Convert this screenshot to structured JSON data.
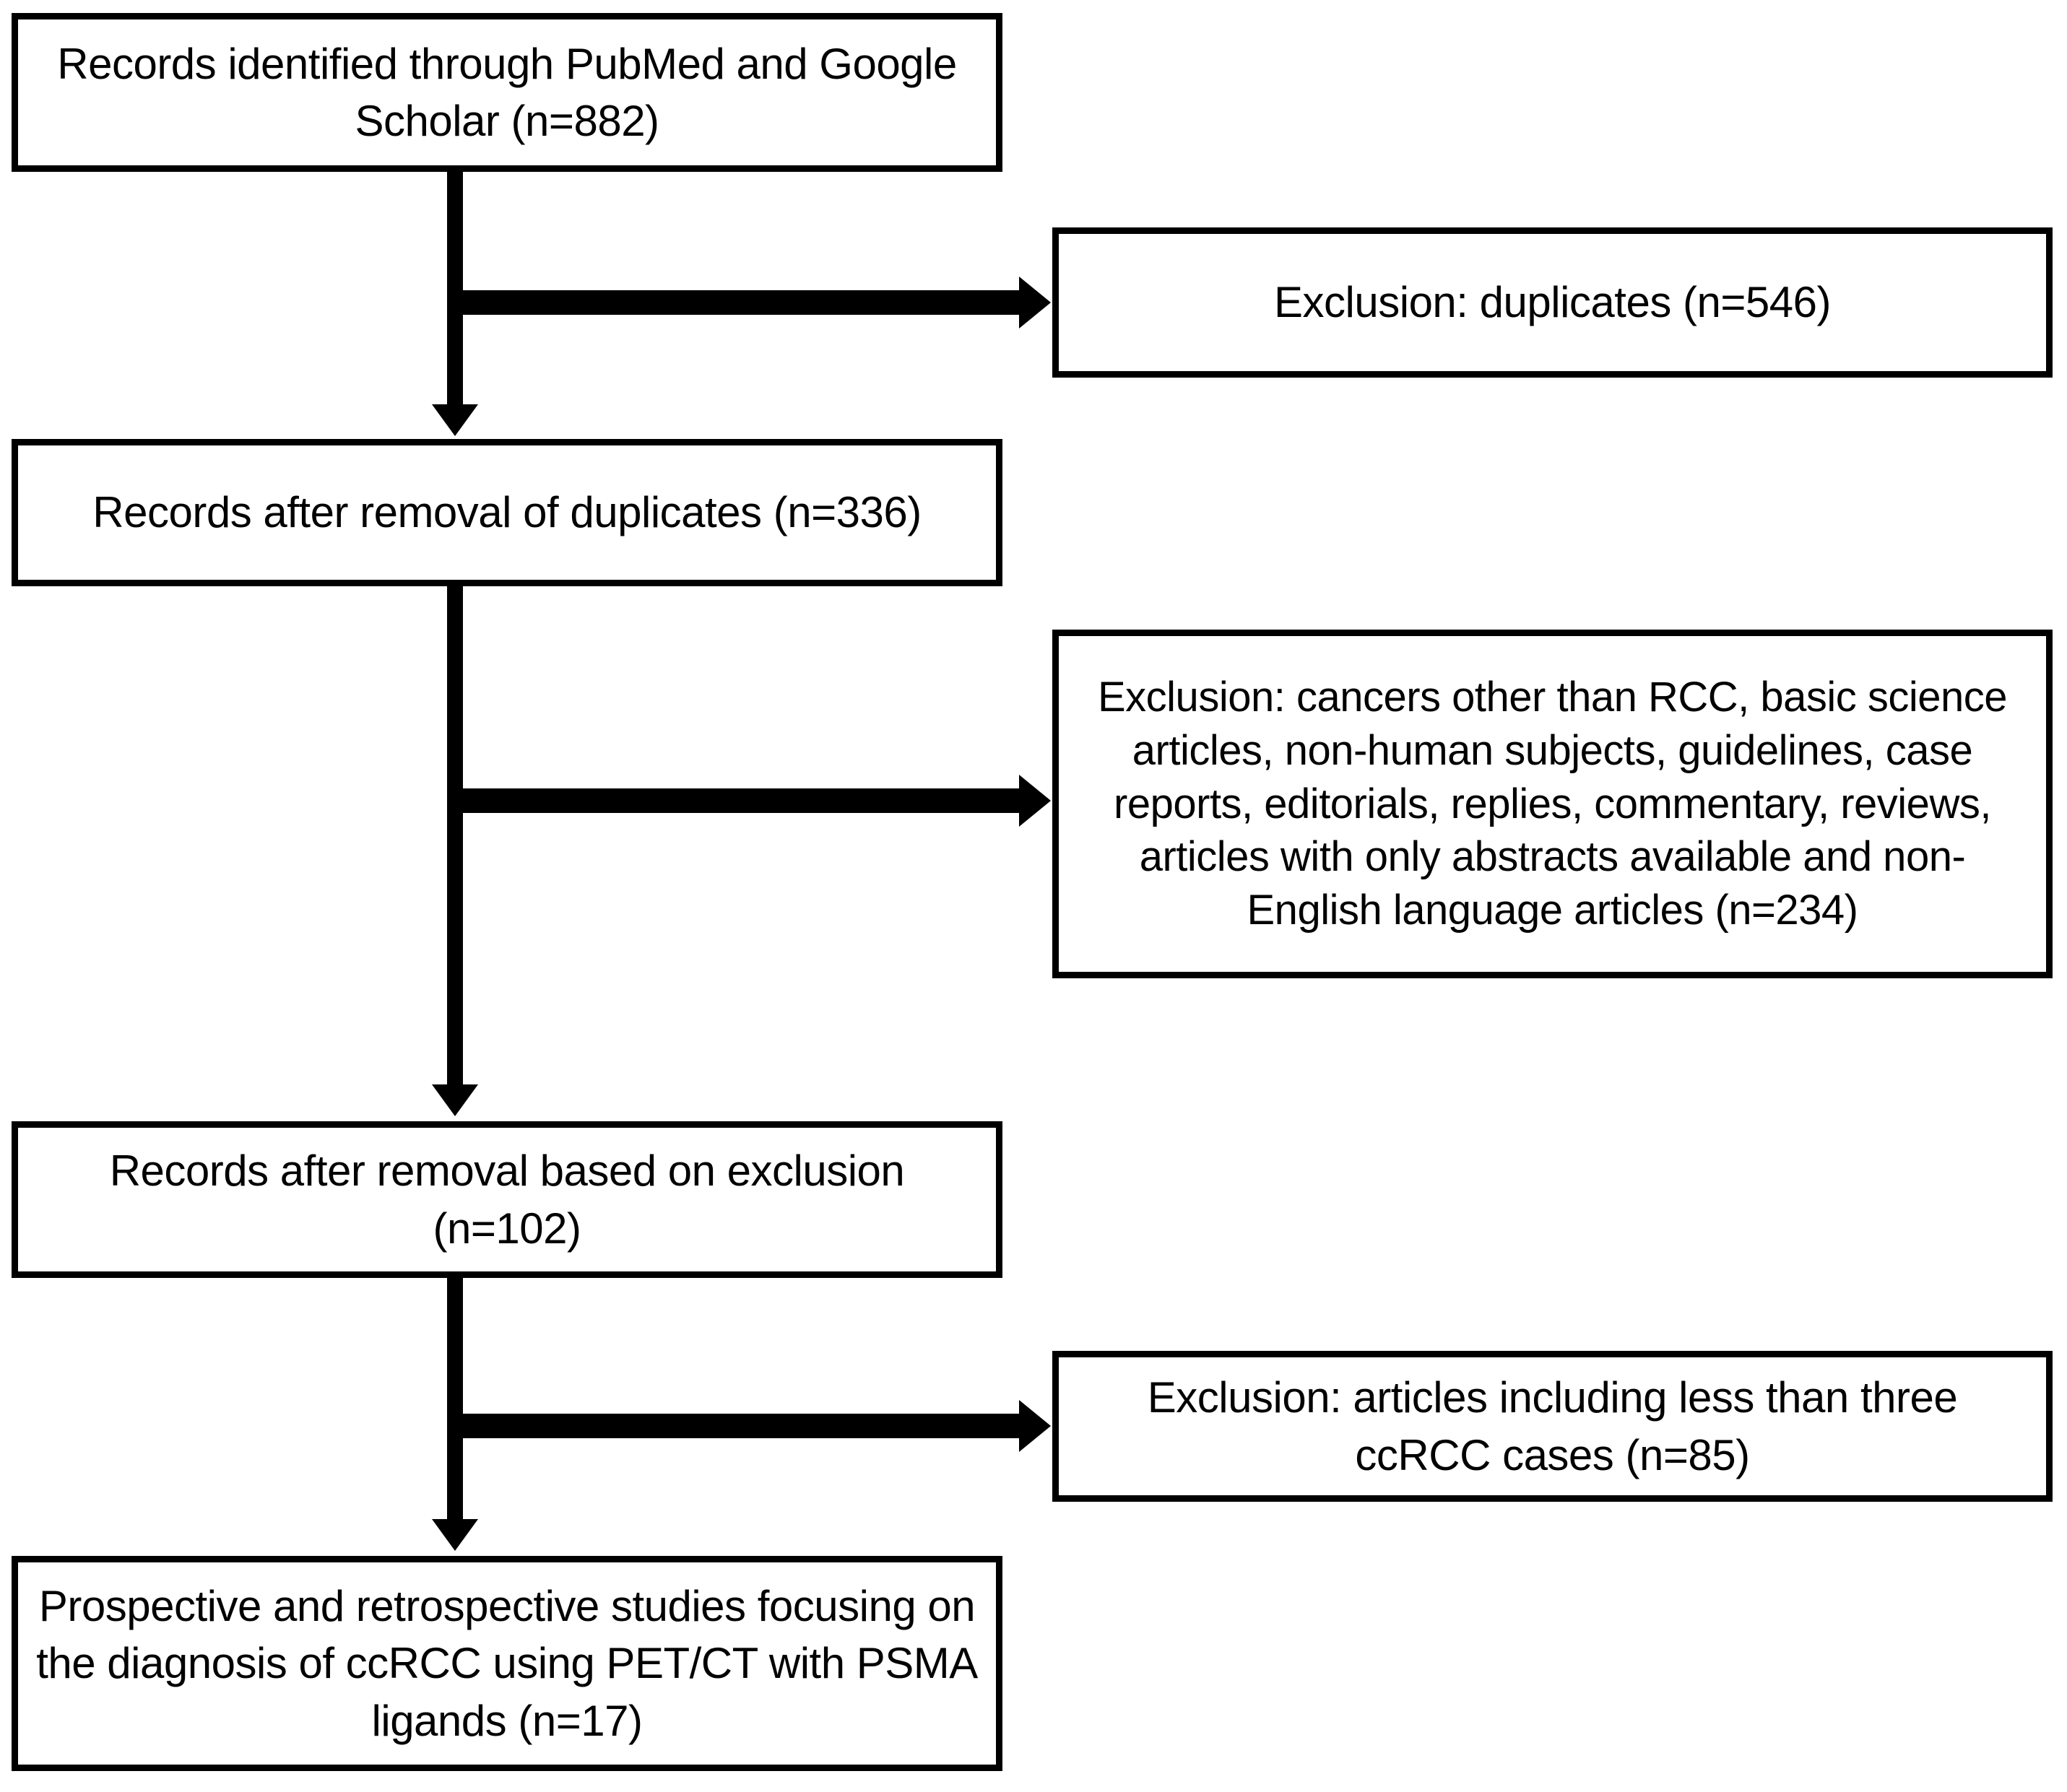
{
  "diagram": {
    "title": "PRISMA study selection flow diagram",
    "type": "flowchart",
    "colors": {
      "stroke": "#000000",
      "fill": "#ffffff",
      "text": "#000000"
    },
    "nodes": {
      "identified": {
        "label": "Records identified through PubMed and Google Scholar (n=882)",
        "count": 882
      },
      "after_duplicates": {
        "label": "Records after removal of duplicates (n=336)",
        "count": 336
      },
      "after_exclusion": {
        "label": "Records after removal based on exclusion (n=102)",
        "count": 102
      },
      "final": {
        "label": "Prospective and retrospective studies focusing on the diagnosis of ccRCC using PET/CT with PSMA ligands (n=17)",
        "count": 17
      },
      "exclusion_duplicates": {
        "label": "Exclusion: duplicates (n=546)",
        "count": 546
      },
      "exclusion_criteria": {
        "label": "Exclusion: cancers other than RCC, basic science articles, non-human subjects, guidelines, case reports, editorials, replies, commentary, reviews, articles with only abstracts available and non-English language articles  (n=234)",
        "count": 234
      },
      "exclusion_cases": {
        "label": "Exclusion: articles including less than three ccRCC cases  (n=85)",
        "count": 85
      }
    },
    "edges": [
      {
        "from": "identified",
        "to": "after_duplicates",
        "direction": "down"
      },
      {
        "from": "identified",
        "to": "exclusion_duplicates",
        "direction": "right"
      },
      {
        "from": "after_duplicates",
        "to": "after_exclusion",
        "direction": "down"
      },
      {
        "from": "after_duplicates",
        "to": "exclusion_criteria",
        "direction": "right"
      },
      {
        "from": "after_exclusion",
        "to": "final",
        "direction": "down"
      },
      {
        "from": "after_exclusion",
        "to": "exclusion_cases",
        "direction": "right"
      }
    ]
  }
}
